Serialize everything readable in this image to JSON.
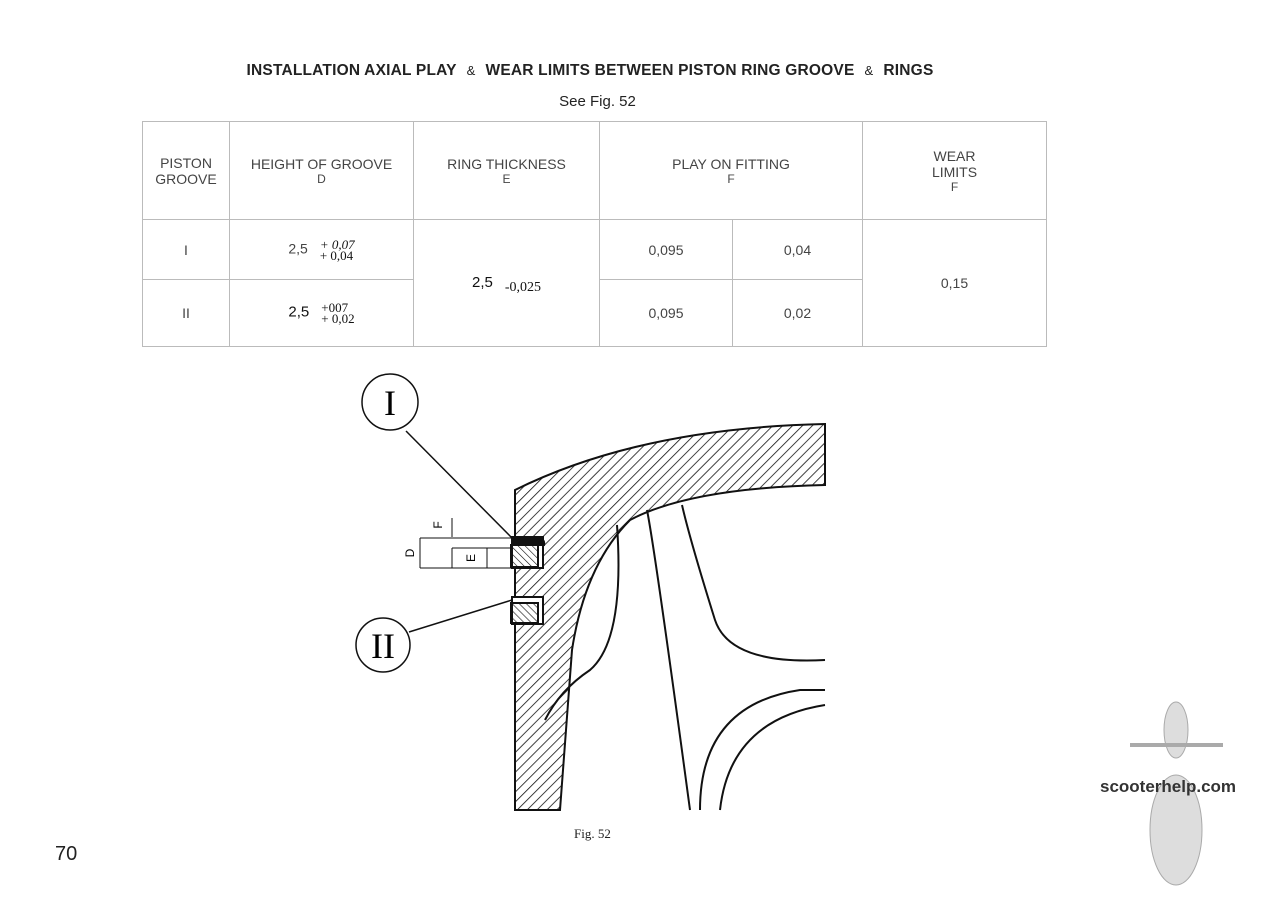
{
  "title": {
    "part1": "INSTALLATION AXIAL PLAY",
    "amp1": "&",
    "part2": "WEAR LIMITS BETWEEN PISTON RING GROOVE",
    "amp2": "&",
    "part3": "RINGS"
  },
  "subtitle": "See Fig. 52",
  "table": {
    "headers": {
      "groove": "PISTON GROOVE",
      "height": "HEIGHT OF GROOVE",
      "height_sym": "D",
      "ring": "RING THICKNESS",
      "ring_sym": "E",
      "play": "PLAY ON FITTING",
      "play_sym": "F",
      "wear": "WEAR LIMITS",
      "wear_sym": "F"
    },
    "rows": [
      {
        "groove": "I",
        "height": "2,5",
        "tol_upper": "+ 0,07",
        "tol_lower": "+ 0,04",
        "play_a": "0,095",
        "play_b": "0,04"
      },
      {
        "groove": "II",
        "height": "2,5",
        "tol_upper": "+007",
        "tol_lower": "+ 0,02",
        "play_a": "0,095",
        "play_b": "0,02"
      }
    ],
    "ring_value": "2,5",
    "ring_tol": "-0,025",
    "wear_value": "0,15"
  },
  "figure": {
    "label_I": "I",
    "label_II": "II",
    "dim_D": "D",
    "dim_E": "E",
    "dim_F": "F",
    "caption": "Fig. 52"
  },
  "page_number": "70",
  "logo": "scooterhelp.com"
}
